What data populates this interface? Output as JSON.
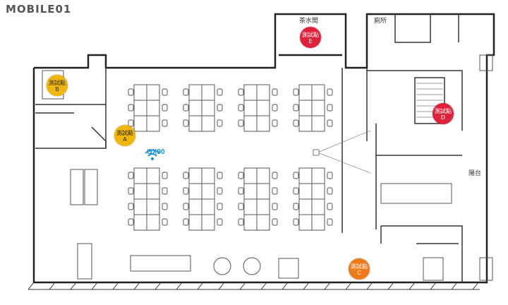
{
  "brand": {
    "logo_text": "MOBILE01"
  },
  "rooms": {
    "tea_room": "茶水間",
    "restroom": "廁所",
    "balcony": "陽台"
  },
  "test_points": [
    {
      "label": "測試點",
      "id": "A",
      "color": "#f2b705",
      "text_color": "#222222"
    },
    {
      "label": "測試點",
      "id": "B",
      "color": "#f2b705",
      "text_color": "#222222"
    },
    {
      "label": "測試點",
      "id": "C",
      "color": "#f07a1a",
      "text_color": "#ffffff"
    },
    {
      "label": "測試點",
      "id": "D",
      "color": "#e0213a",
      "text_color": "#ffffff"
    },
    {
      "label": "測試點",
      "id": "E",
      "color": "#e0213a",
      "text_color": "#ffffff"
    }
  ],
  "router": {
    "label": "GX90",
    "color": "#1a8fd8",
    "icon": "wifi-icon"
  },
  "colors": {
    "wall": "#222222",
    "furniture": "#555555"
  }
}
